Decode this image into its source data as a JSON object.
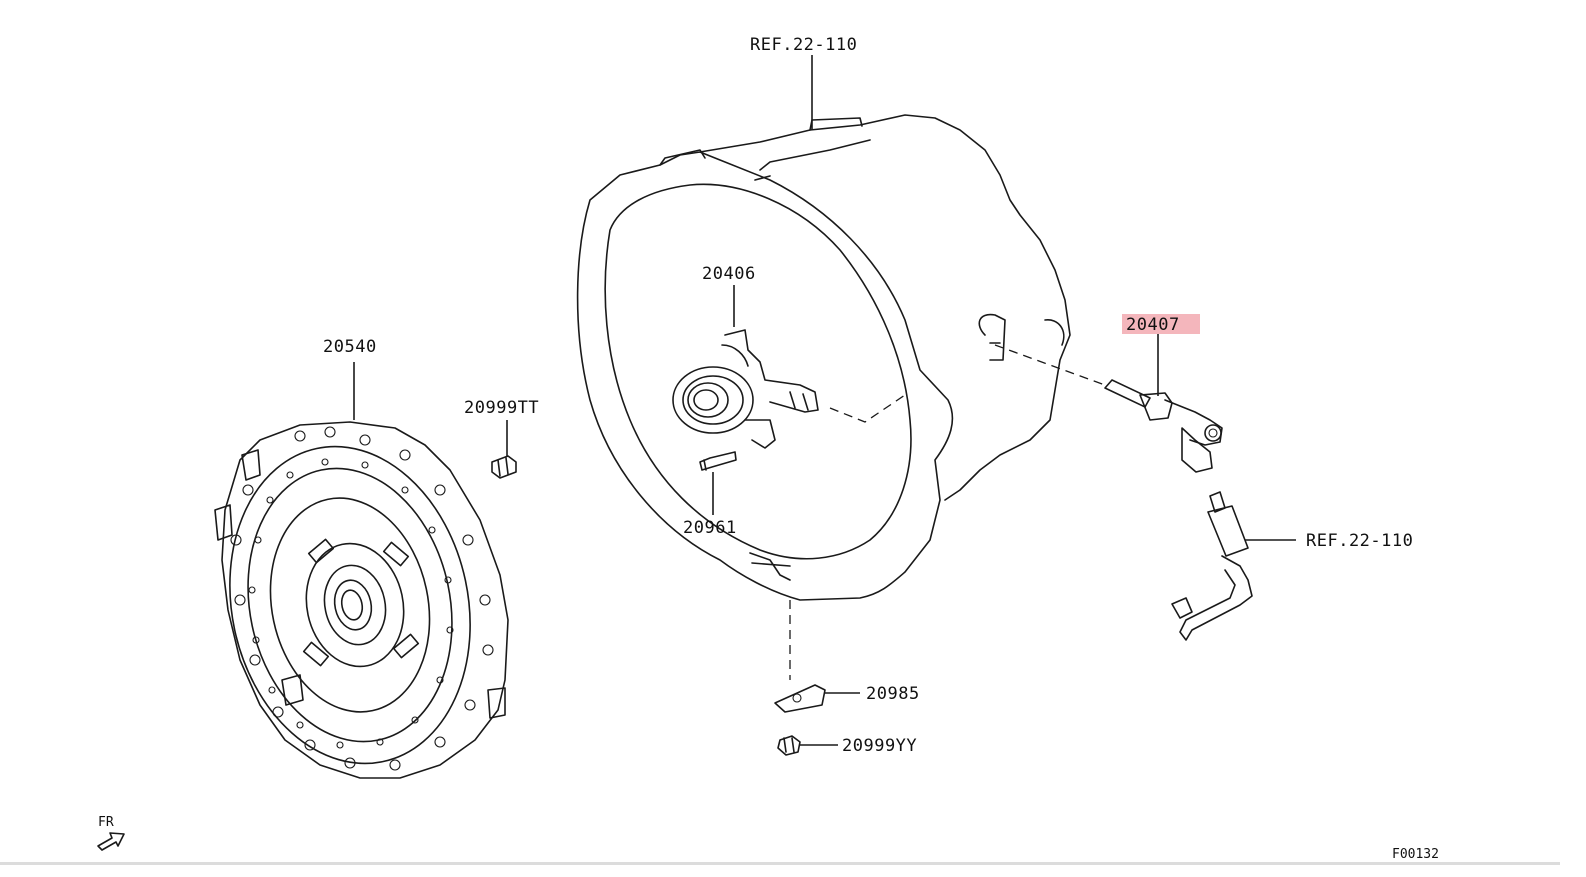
{
  "labels": {
    "ref_top": "REF.22-110",
    "ref_right": "REF.22-110",
    "p20540": "20540",
    "p20999TT": "20999TT",
    "p20406": "20406",
    "p20961": "20961",
    "p20407": "20407",
    "p20985": "20985",
    "p20999YY": "20999YY",
    "fr": "FR",
    "figure_code": "F00132"
  },
  "colors": {
    "highlight": "#f4b6bc",
    "line": "#1a1a1a"
  }
}
